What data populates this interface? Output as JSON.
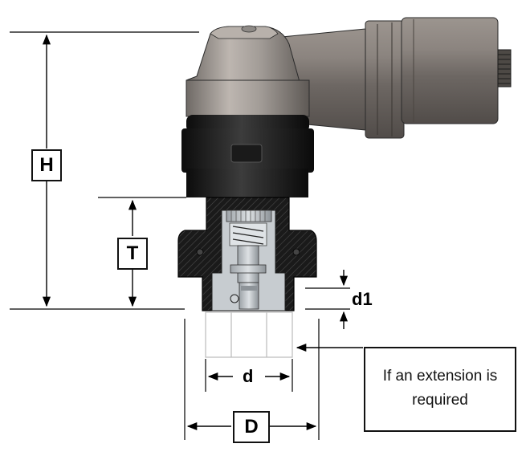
{
  "labels": {
    "H": "H",
    "T": "T",
    "d1": "d1",
    "d": "d",
    "D": "D"
  },
  "note": {
    "line1": "If an extension is",
    "line2": "required"
  },
  "icons": [
    "right-angle-drive-head-icon",
    "collet-clamp-section-icon",
    "extension-sleeve-icon"
  ]
}
